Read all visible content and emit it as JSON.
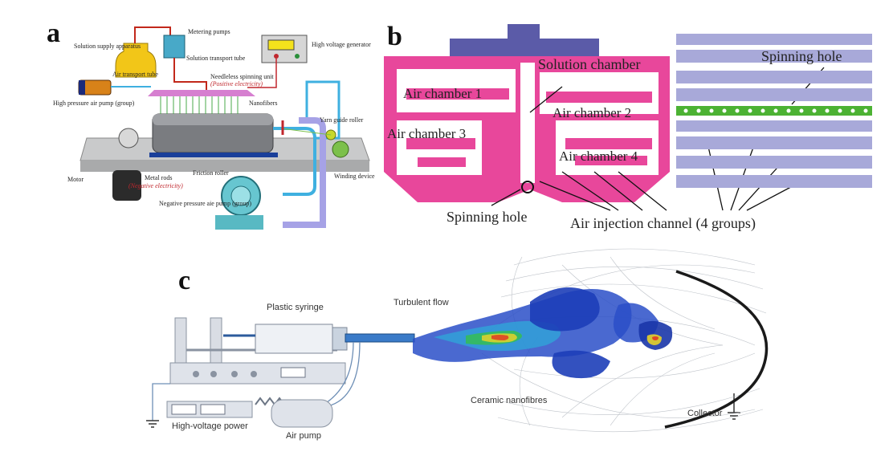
{
  "panels": {
    "a": {
      "letter": "a",
      "labels": {
        "solution_supply": "Solution supply apparatus",
        "metering_pumps": "Metering pumps",
        "solution_transport": "Solution transport tube",
        "hv_generator": "High voltage generator",
        "air_transport": "Air transport tube",
        "needleless_unit": "Needleless spinning unit",
        "positive": "(Positive electricity)",
        "hp_air_pump": "High pressure air pump (group)",
        "nanofibers": "Nanofibers",
        "yarn_guide": "Yarn guide roller",
        "motor": "Motor",
        "metal_rods": "Metal rods",
        "negative": "(Negative electricity)",
        "friction_roller": "Friction roller",
        "winding": "Winding device",
        "neg_pressure_pump": "Negative pressure aie pump (group)"
      }
    },
    "b": {
      "letter": "b",
      "labels": {
        "solution_chamber": "Solution chamber",
        "air_chamber_1": "Air chamber 1",
        "air_chamber_2": "Air chamber 2",
        "air_chamber_3": "Air chamber 3",
        "air_chamber_4": "Air chamber 4",
        "spinning_hole_bottom": "Spinning hole",
        "air_injection": "Air injection channel (4 groups)",
        "spinning_hole_right": "Spinning hole"
      },
      "colors": {
        "nozzle": "#e8479b",
        "cap": "#5b5ba8",
        "stripe": "#a8a9d9",
        "hole_row": "#4cb233"
      }
    },
    "c": {
      "letter": "c",
      "labels": {
        "plastic_syringe": "Plastic syringe",
        "turbulent_flow": "Turbulent flow",
        "ceramic_nanofibres": "Ceramic nanofibres",
        "collector": "Collector",
        "hv_power": "High-voltage power",
        "air_pump": "Air pump"
      }
    }
  }
}
